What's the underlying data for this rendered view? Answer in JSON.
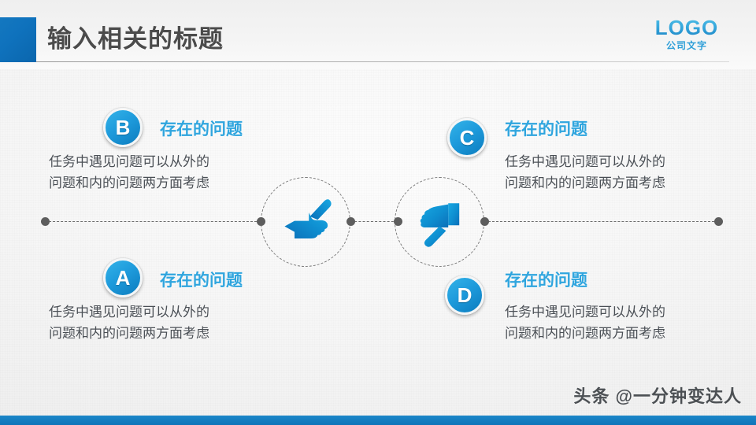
{
  "header": {
    "title": "输入相关的标题",
    "accent_color": "#0f72bd",
    "logo": {
      "main": "LOGO",
      "sub": "公司文字",
      "color": "#2f9fd8"
    }
  },
  "items": [
    {
      "key": "B",
      "badge": "B",
      "heading": "存在的问题",
      "body_line1": "任务中遇见问题可以从外的",
      "body_line2": "问题和内的问题两方面考虑"
    },
    {
      "key": "C",
      "badge": "C",
      "heading": "存在的问题",
      "body_line1": "任务中遇见问题可以从外的",
      "body_line2": "问题和内的问题两方面考虑"
    },
    {
      "key": "A",
      "badge": "A",
      "heading": "存在的问题",
      "body_line1": "任务中遇见问题可以从外的",
      "body_line2": "问题和内的问题两方面考虑"
    },
    {
      "key": "D",
      "badge": "D",
      "heading": "存在的问题",
      "body_line1": "任务中遇见问题可以从外的",
      "body_line2": "问题和内的问题两方面考虑"
    }
  ],
  "center": {
    "icon_left": "hand-pointing-left-icon",
    "icon_right": "hand-pointing-down-icon",
    "icon_color": "#0e8ed0"
  },
  "footer": {
    "watermark": "头条 @一分钟变达人",
    "bar_color": "#0f74b9"
  }
}
